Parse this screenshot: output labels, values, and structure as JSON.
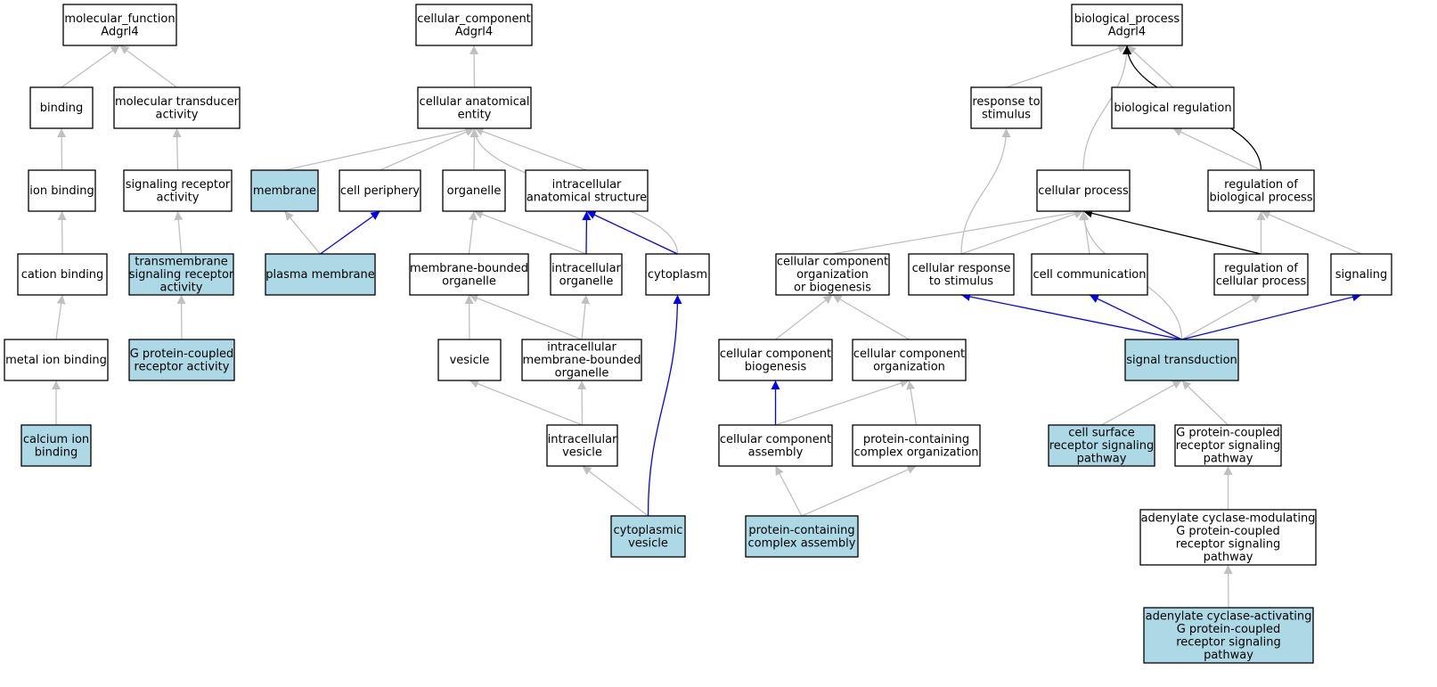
{
  "colors": {
    "plain_fill": "#ffffff",
    "highlight_fill": "#add8e6",
    "edge_is_a": "#c0c0c0",
    "edge_part_of": "#0000ff",
    "edge_regulates": "#000000"
  },
  "nodes": [
    {
      "id": "mf_root",
      "lines": [
        "molecular_function",
        "Adgrl4"
      ],
      "highlight": false
    },
    {
      "id": "binding",
      "lines": [
        "binding"
      ],
      "highlight": false
    },
    {
      "id": "mol_transducer",
      "lines": [
        "molecular transducer",
        "activity"
      ],
      "highlight": false
    },
    {
      "id": "ion_binding",
      "lines": [
        "ion binding"
      ],
      "highlight": false
    },
    {
      "id": "sig_receptor",
      "lines": [
        "signaling receptor",
        "activity"
      ],
      "highlight": false
    },
    {
      "id": "cation_binding",
      "lines": [
        "cation binding"
      ],
      "highlight": false
    },
    {
      "id": "transmembrane",
      "lines": [
        "transmembrane",
        "signaling receptor",
        "activity"
      ],
      "highlight": true
    },
    {
      "id": "metal_ion",
      "lines": [
        "metal ion binding"
      ],
      "highlight": false
    },
    {
      "id": "gpcr_activity",
      "lines": [
        "G protein-coupled",
        "receptor activity"
      ],
      "highlight": true
    },
    {
      "id": "calcium_ion",
      "lines": [
        "calcium ion",
        "binding"
      ],
      "highlight": true
    },
    {
      "id": "cc_root",
      "lines": [
        "cellular_component",
        "Adgrl4"
      ],
      "highlight": false
    },
    {
      "id": "cae",
      "lines": [
        "cellular anatomical",
        "entity"
      ],
      "highlight": false
    },
    {
      "id": "membrane",
      "lines": [
        "membrane"
      ],
      "highlight": true
    },
    {
      "id": "cell_periphery",
      "lines": [
        "cell periphery"
      ],
      "highlight": false
    },
    {
      "id": "organelle",
      "lines": [
        "organelle"
      ],
      "highlight": false
    },
    {
      "id": "ias",
      "lines": [
        "intracellular",
        "anatomical structure"
      ],
      "highlight": false
    },
    {
      "id": "plasma_membrane",
      "lines": [
        "plasma membrane"
      ],
      "highlight": true
    },
    {
      "id": "mbo",
      "lines": [
        "membrane-bounded",
        "organelle"
      ],
      "highlight": false
    },
    {
      "id": "intra_org",
      "lines": [
        "intracellular",
        "organelle"
      ],
      "highlight": false
    },
    {
      "id": "cytoplasm",
      "lines": [
        "cytoplasm"
      ],
      "highlight": false
    },
    {
      "id": "vesicle",
      "lines": [
        "vesicle"
      ],
      "highlight": false
    },
    {
      "id": "imbo",
      "lines": [
        "intracellular",
        "membrane-bounded",
        "organelle"
      ],
      "highlight": false
    },
    {
      "id": "intra_vesicle",
      "lines": [
        "intracellular",
        "vesicle"
      ],
      "highlight": false
    },
    {
      "id": "cyto_vesicle",
      "lines": [
        "cytoplasmic",
        "vesicle"
      ],
      "highlight": true
    },
    {
      "id": "bp_root",
      "lines": [
        "biological_process",
        "Adgrl4"
      ],
      "highlight": false
    },
    {
      "id": "resp_stim",
      "lines": [
        "response to",
        "stimulus"
      ],
      "highlight": false
    },
    {
      "id": "bio_reg",
      "lines": [
        "biological regulation"
      ],
      "highlight": false
    },
    {
      "id": "cell_proc",
      "lines": [
        "cellular process"
      ],
      "highlight": false
    },
    {
      "id": "reg_bio",
      "lines": [
        "regulation of",
        "biological process"
      ],
      "highlight": false
    },
    {
      "id": "ccob",
      "lines": [
        "cellular component",
        "organization",
        "or biogenesis"
      ],
      "highlight": false
    },
    {
      "id": "cell_resp",
      "lines": [
        "cellular response",
        "to stimulus"
      ],
      "highlight": false
    },
    {
      "id": "cell_comm",
      "lines": [
        "cell communication"
      ],
      "highlight": false
    },
    {
      "id": "reg_cell",
      "lines": [
        "regulation of",
        "cellular process"
      ],
      "highlight": false
    },
    {
      "id": "signaling",
      "lines": [
        "signaling"
      ],
      "highlight": false
    },
    {
      "id": "ccb",
      "lines": [
        "cellular component",
        "biogenesis"
      ],
      "highlight": false
    },
    {
      "id": "cco",
      "lines": [
        "cellular component",
        "organization"
      ],
      "highlight": false
    },
    {
      "id": "sig_trans",
      "lines": [
        "signal transduction"
      ],
      "highlight": true
    },
    {
      "id": "cca",
      "lines": [
        "cellular component",
        "assembly"
      ],
      "highlight": false
    },
    {
      "id": "pcco",
      "lines": [
        "protein-containing",
        "complex organization"
      ],
      "highlight": false
    },
    {
      "id": "csrsp",
      "lines": [
        "cell surface",
        "receptor signaling",
        "pathway"
      ],
      "highlight": true
    },
    {
      "id": "gpcr_path",
      "lines": [
        "G protein-coupled",
        "receptor signaling",
        "pathway"
      ],
      "highlight": false
    },
    {
      "id": "pcca",
      "lines": [
        "protein-containing",
        "complex assembly"
      ],
      "highlight": true
    },
    {
      "id": "acm",
      "lines": [
        "adenylate cyclase-modulating",
        "G protein-coupled",
        "receptor signaling",
        "pathway"
      ],
      "highlight": false
    },
    {
      "id": "aca",
      "lines": [
        "adenylate cyclase-activating",
        "G protein-coupled",
        "receptor signaling",
        "pathway"
      ],
      "highlight": true
    }
  ],
  "edges": [
    {
      "from": "binding",
      "to": "mf_root",
      "type": "is_a"
    },
    {
      "from": "mol_transducer",
      "to": "mf_root",
      "type": "is_a"
    },
    {
      "from": "ion_binding",
      "to": "binding",
      "type": "is_a"
    },
    {
      "from": "sig_receptor",
      "to": "mol_transducer",
      "type": "is_a"
    },
    {
      "from": "cation_binding",
      "to": "ion_binding",
      "type": "is_a"
    },
    {
      "from": "transmembrane",
      "to": "sig_receptor",
      "type": "is_a"
    },
    {
      "from": "metal_ion",
      "to": "cation_binding",
      "type": "is_a"
    },
    {
      "from": "gpcr_activity",
      "to": "transmembrane",
      "type": "is_a"
    },
    {
      "from": "calcium_ion",
      "to": "metal_ion",
      "type": "is_a"
    },
    {
      "from": "cae",
      "to": "cc_root",
      "type": "is_a"
    },
    {
      "from": "membrane",
      "to": "cae",
      "type": "is_a"
    },
    {
      "from": "cell_periphery",
      "to": "cae",
      "type": "is_a"
    },
    {
      "from": "organelle",
      "to": "cae",
      "type": "is_a"
    },
    {
      "from": "ias",
      "to": "cae",
      "type": "is_a"
    },
    {
      "from": "cytoplasm",
      "to": "cae",
      "type": "is_a"
    },
    {
      "from": "plasma_membrane",
      "to": "membrane",
      "type": "is_a"
    },
    {
      "from": "plasma_membrane",
      "to": "cell_periphery",
      "type": "part_of"
    },
    {
      "from": "mbo",
      "to": "organelle",
      "type": "is_a"
    },
    {
      "from": "intra_org",
      "to": "organelle",
      "type": "is_a"
    },
    {
      "from": "intra_org",
      "to": "ias",
      "type": "part_of"
    },
    {
      "from": "cytoplasm",
      "to": "ias",
      "type": "part_of"
    },
    {
      "from": "vesicle",
      "to": "mbo",
      "type": "is_a"
    },
    {
      "from": "imbo",
      "to": "mbo",
      "type": "is_a"
    },
    {
      "from": "imbo",
      "to": "intra_org",
      "type": "is_a"
    },
    {
      "from": "intra_vesicle",
      "to": "vesicle",
      "type": "is_a"
    },
    {
      "from": "intra_vesicle",
      "to": "imbo",
      "type": "is_a"
    },
    {
      "from": "cyto_vesicle",
      "to": "intra_vesicle",
      "type": "is_a"
    },
    {
      "from": "cyto_vesicle",
      "to": "cytoplasm",
      "type": "part_of"
    },
    {
      "from": "resp_stim",
      "to": "bp_root",
      "type": "is_a"
    },
    {
      "from": "cell_proc",
      "to": "bp_root",
      "type": "is_a"
    },
    {
      "from": "bio_reg",
      "to": "bp_root",
      "type": "is_a"
    },
    {
      "from": "reg_bio",
      "to": "bp_root",
      "type": "regulates"
    },
    {
      "from": "reg_bio",
      "to": "bio_reg",
      "type": "is_a"
    },
    {
      "from": "cell_resp",
      "to": "resp_stim",
      "type": "is_a"
    },
    {
      "from": "ccob",
      "to": "cell_proc",
      "type": "is_a"
    },
    {
      "from": "cell_resp",
      "to": "cell_proc",
      "type": "is_a"
    },
    {
      "from": "cell_comm",
      "to": "cell_proc",
      "type": "is_a"
    },
    {
      "from": "reg_cell",
      "to": "cell_proc",
      "type": "regulates"
    },
    {
      "from": "sig_trans",
      "to": "cell_proc",
      "type": "is_a"
    },
    {
      "from": "reg_cell",
      "to": "reg_bio",
      "type": "is_a"
    },
    {
      "from": "signaling",
      "to": "reg_bio",
      "type": "is_a"
    },
    {
      "from": "ccb",
      "to": "ccob",
      "type": "is_a"
    },
    {
      "from": "cco",
      "to": "ccob",
      "type": "is_a"
    },
    {
      "from": "sig_trans",
      "to": "cell_resp",
      "type": "part_of"
    },
    {
      "from": "sig_trans",
      "to": "cell_comm",
      "type": "part_of"
    },
    {
      "from": "sig_trans",
      "to": "reg_cell",
      "type": "is_a"
    },
    {
      "from": "sig_trans",
      "to": "signaling",
      "type": "part_of"
    },
    {
      "from": "cca",
      "to": "ccb",
      "type": "part_of"
    },
    {
      "from": "cca",
      "to": "cco",
      "type": "is_a"
    },
    {
      "from": "pcco",
      "to": "cco",
      "type": "is_a"
    },
    {
      "from": "pcca",
      "to": "cca",
      "type": "is_a"
    },
    {
      "from": "pcca",
      "to": "pcco",
      "type": "is_a"
    },
    {
      "from": "csrsp",
      "to": "sig_trans",
      "type": "is_a"
    },
    {
      "from": "gpcr_path",
      "to": "sig_trans",
      "type": "is_a"
    },
    {
      "from": "acm",
      "to": "gpcr_path",
      "type": "is_a"
    },
    {
      "from": "aca",
      "to": "acm",
      "type": "is_a"
    }
  ]
}
